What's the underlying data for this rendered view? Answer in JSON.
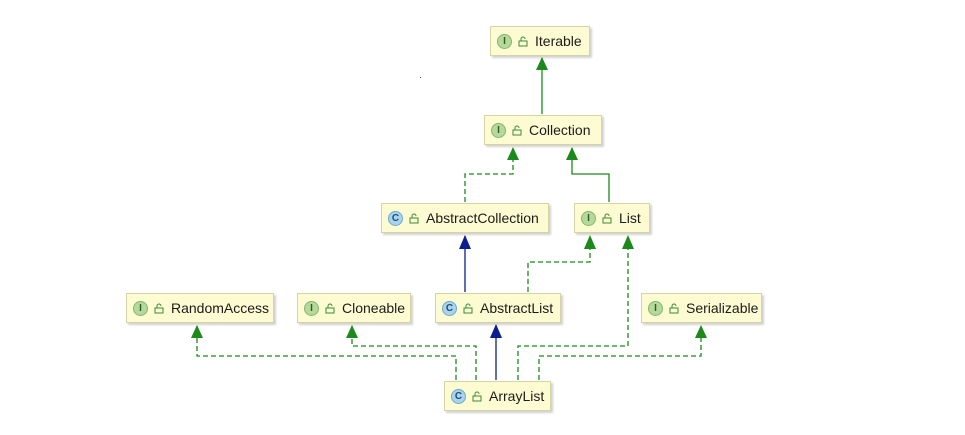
{
  "nodes": {
    "iterable": {
      "label": "Iterable",
      "kind": "I"
    },
    "collection": {
      "label": "Collection",
      "kind": "I"
    },
    "abstract_collection": {
      "label": "AbstractCollection",
      "kind": "C"
    },
    "list": {
      "label": "List",
      "kind": "I"
    },
    "random_access": {
      "label": "RandomAccess",
      "kind": "I"
    },
    "cloneable": {
      "label": "Cloneable",
      "kind": "I"
    },
    "abstract_list": {
      "label": "AbstractList",
      "kind": "C"
    },
    "serializable": {
      "label": "Serializable",
      "kind": "I"
    },
    "array_list": {
      "label": "ArrayList",
      "kind": "C"
    }
  },
  "colors": {
    "implements": "#1b8a1b",
    "extends": "#0b1f8f",
    "node_fill": "#fdfbd1"
  }
}
